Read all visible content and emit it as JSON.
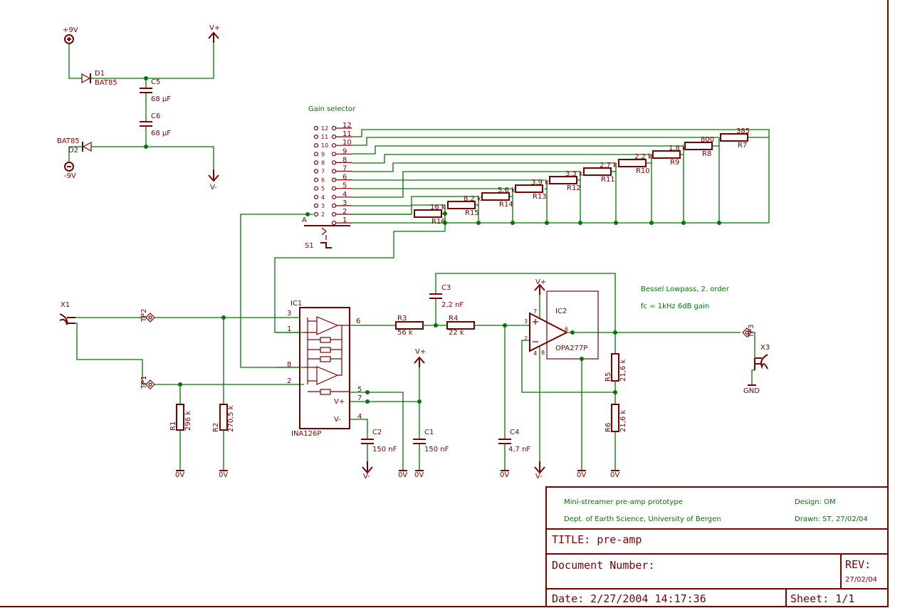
{
  "supply": {
    "pos_label": "+9V",
    "neg_label": "-9V",
    "vplus": "V+",
    "vminus": "V-",
    "gnd0": "0V",
    "d1": "D1",
    "d1_val": "BAT85",
    "d2": "D2",
    "d2_val": "BAT85",
    "c5": "C5",
    "c5_val": "68 µF",
    "c6": "C6",
    "c6_val": "68 µF"
  },
  "selector": {
    "title": "Gain selector",
    "left_pins": [
      "12",
      "11",
      "10",
      "9",
      "8",
      "7",
      "6",
      "5",
      "4",
      "3",
      "2"
    ],
    "right_pins": [
      "12",
      "11",
      "10",
      "9",
      "8",
      "7",
      "6",
      "5",
      "4",
      "3",
      "2",
      "1"
    ],
    "switch": "S1",
    "a_label": "A"
  },
  "ladder": [
    {
      "ref": "R7",
      "value": "385"
    },
    {
      "ref": "R8",
      "value": "800"
    },
    {
      "ref": "R9",
      "value": "1,8 k"
    },
    {
      "ref": "R10",
      "value": "2,2 k"
    },
    {
      "ref": "R11",
      "value": "2,7 k"
    },
    {
      "ref": "R12",
      "value": "3,3 k"
    },
    {
      "ref": "R13",
      "value": "3,9 k"
    },
    {
      "ref": "R14",
      "value": "5,6 k"
    },
    {
      "ref": "R15",
      "value": "8,2 k"
    },
    {
      "ref": "R16",
      "value": "16 k"
    }
  ],
  "input": {
    "x1": "X1",
    "tp1": "TP1",
    "tp2": "TP2",
    "r1": "R1",
    "r1_val": "296 k",
    "r2": "R2",
    "r2_val": "270,5 k"
  },
  "ic1": {
    "ref": "IC1",
    "part": "INA126P",
    "pin3": "3",
    "pin1": "1",
    "pin8": "8",
    "pin2": "2",
    "pin6": "6",
    "pin5": "5",
    "pin7": "7",
    "pin4": "4",
    "vplus": "V+",
    "vminus": "V-",
    "c2": "C2",
    "c2_val": "150 nF",
    "c1": "C1",
    "c1_val": "150 nF"
  },
  "filter": {
    "note_line1": "Bessel Lowpass, 2. order",
    "note_line2": "fc = 1kHz   6dB gain",
    "r3": "R3",
    "r3_val": "56 k",
    "r4": "R4",
    "r4_val": "22 k",
    "c3": "C3",
    "c3_val": "2,2 nF",
    "c4": "C4",
    "c4_val": "4,7 nF",
    "r5": "R5",
    "r5_val": "21,6 k",
    "r6": "R6",
    "r6_val": "21,6 k",
    "ic2": "IC2",
    "ic2_part": "OPA277P",
    "pin3": "3",
    "pin2": "2",
    "pin6": "6",
    "pin7": "7",
    "pin4": "4",
    "pin8": "8",
    "x3": "X3",
    "tp3": "TP3",
    "gnd": "GND"
  },
  "title_block": {
    "project": "Mini-streamer pre-amp prototype",
    "dept": "Dept. of Earth Science, University of Bergen",
    "design": "Design: OM",
    "drawn": "Drawn: ST, 27/02/04",
    "title": "TITLE:  pre-amp",
    "docnum": "Document Number:",
    "rev_label": "REV:",
    "rev_value": "27/02/04",
    "date": "Date:  2/27/2004 14:17:36",
    "sheet": "Sheet: 1/1"
  }
}
